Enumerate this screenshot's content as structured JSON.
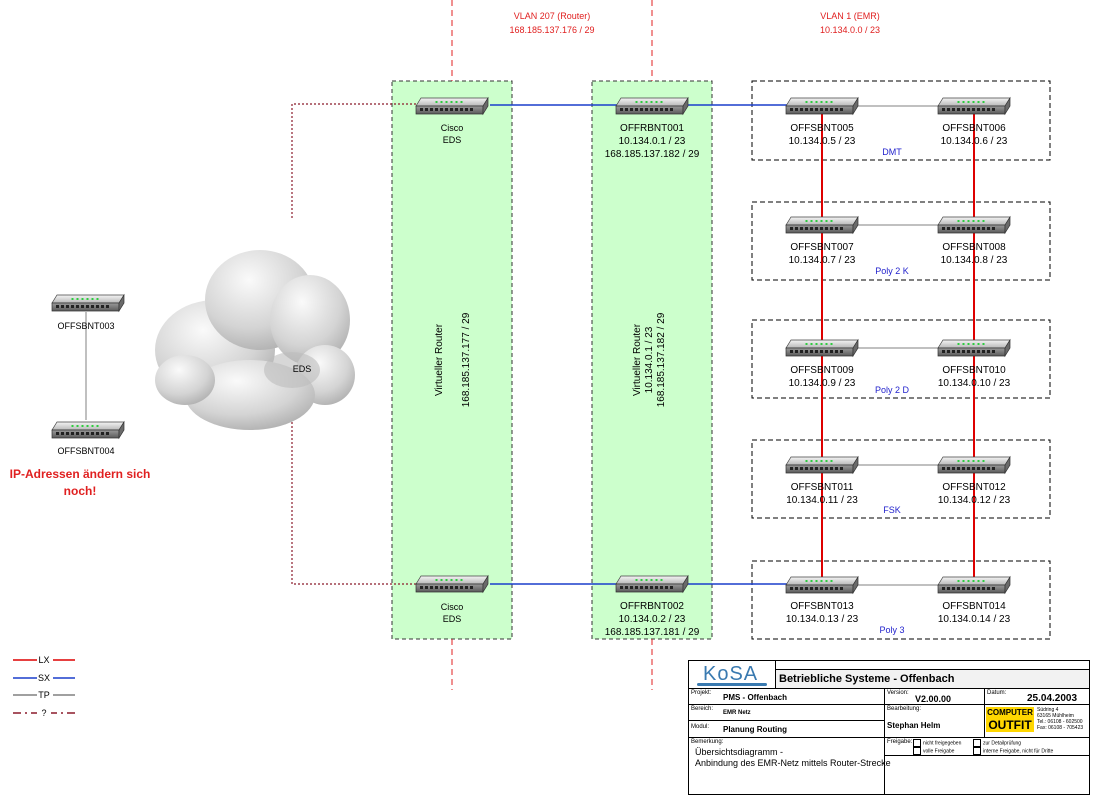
{
  "vlans": [
    {
      "name": "VLAN 207 (Router)",
      "subnet": "168.185.137.176 / 29"
    },
    {
      "name": "VLAN 1 (EMR)",
      "subnet": "10.134.0.0 / 23"
    }
  ],
  "virtual_routers": [
    {
      "label": "Virtueller Router",
      "ip1": "168.185.137.177 / 29",
      "ip2": ""
    },
    {
      "label": "Virtueller Router",
      "ip1": "10.134.0.1 / 23",
      "ip2": "168.185.137.182 / 29"
    }
  ],
  "cisco": [
    {
      "line1": "Cisco",
      "line2": "EDS"
    },
    {
      "line1": "Cisco",
      "line2": "EDS"
    }
  ],
  "routers": [
    {
      "name": "OFFRBNT001",
      "ip1": "10.134.0.1 / 23",
      "ip2": "168.185.137.182 / 29"
    },
    {
      "name": "OFFRBNT002",
      "ip1": "10.134.0.2 / 23",
      "ip2": "168.185.137.181 / 29"
    }
  ],
  "switches": [
    {
      "name": "OFFSBNT005",
      "ip": "10.134.0.5 / 23"
    },
    {
      "name": "OFFSBNT006",
      "ip": "10.134.0.6 / 23"
    },
    {
      "name": "OFFSBNT007",
      "ip": "10.134.0.7 / 23"
    },
    {
      "name": "OFFSBNT008",
      "ip": "10.134.0.8 / 23"
    },
    {
      "name": "OFFSBNT009",
      "ip": "10.134.0.9 / 23"
    },
    {
      "name": "OFFSBNT010",
      "ip": "10.134.0.10 / 23"
    },
    {
      "name": "OFFSBNT011",
      "ip": "10.134.0.11 / 23"
    },
    {
      "name": "OFFSBNT012",
      "ip": "10.134.0.12 / 23"
    },
    {
      "name": "OFFSBNT013",
      "ip": "10.134.0.13 / 23"
    },
    {
      "name": "OFFSBNT014",
      "ip": "10.134.0.14 / 23"
    }
  ],
  "groups": [
    "DMT",
    "Poly 2 K",
    "Poly 2 D",
    "FSK",
    "Poly 3"
  ],
  "left_devices": [
    "OFFSBNT003",
    "OFFSBNT004"
  ],
  "cloud_label": "EDS",
  "warning": [
    "IP-Adressen ändern sich",
    "noch!"
  ],
  "legend": [
    "LX",
    "SX",
    "TP",
    "?"
  ],
  "colors": {
    "lx": "#dd0000",
    "sx": "#1a3fcc",
    "tp": "#808080",
    "unknown": "#8b1a2b",
    "green_zone": "#ccffcc",
    "label_blue": "#1f1fcc",
    "label_red": "#e02020"
  },
  "title_block": {
    "logo": "KoSA",
    "title": "Betriebliche Systeme - Offenbach",
    "projekt_label": "Projekt:",
    "projekt": "PMS - Offenbach",
    "version_label": "Version:",
    "version": "V2.00.00",
    "datum_label": "Datum:",
    "datum": "25.04.2003",
    "bereich_label": "Bereich:",
    "bereich": "EMR Netz",
    "bearbeitung_label": "Bearbeitung:",
    "bearbeitung": "Stephan Helm",
    "modul_label": "Modul:",
    "modul": "Planung Routing",
    "freigabe_label": "Freigabe:",
    "freigabe_opts": [
      "nicht freigegeben",
      "volle Freigabe",
      "zur Detailprüfung",
      "interne Freigabe, nicht für Dritte"
    ],
    "bemerkung_label": "Bemerkung:",
    "bemerkung1": "Übersichtsdiagramm -",
    "bemerkung2": "Anbindung des EMR-Netz mittels Router-Strecke",
    "company_logo1": "COMPUTER",
    "company_logo2": "OUTFIT",
    "company_addr": [
      "Südring 4",
      "63165 Mühlheim",
      "Tel.: 06108 - 602500",
      "Fax: 06108 - 705423"
    ]
  }
}
